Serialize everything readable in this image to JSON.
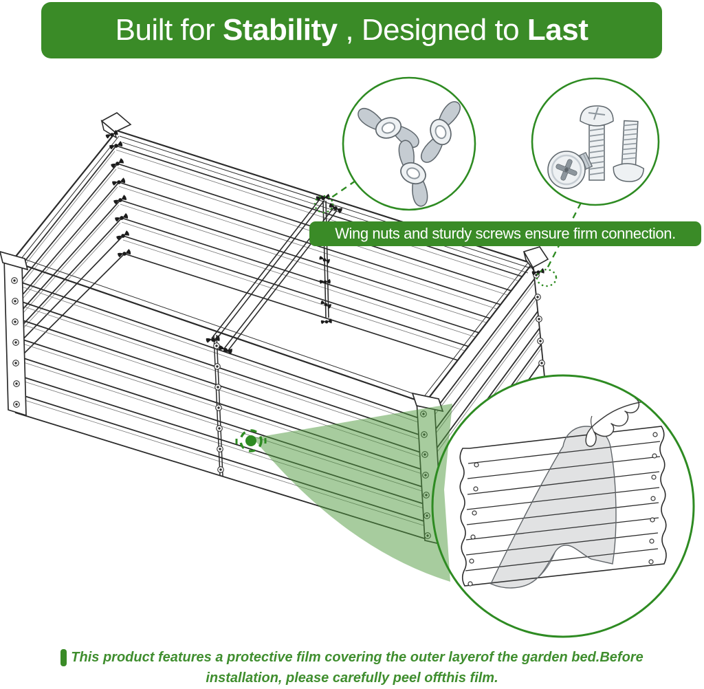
{
  "banner": {
    "text_regular_1": "Built for ",
    "text_bold_1": "Stability",
    "text_regular_2": " , Designed to ",
    "text_bold_2": "Last"
  },
  "callout": {
    "label": "Wing nuts and sturdy screws ensure firm connection."
  },
  "note": {
    "line1": "This product features a protective film covering the outer layerof the garden bed.Before",
    "line2": "installation, please carefully peel offthis film."
  },
  "icons": {
    "wing_nuts": "wing-nuts-icon",
    "screws": "screws-icon",
    "peel_film": "peel-film-icon",
    "target": "target-marker-icon"
  },
  "colors": {
    "green": "#3a8b27",
    "outline_green": "#2e8b22",
    "text_green": "#3f8e2e",
    "beam_green": "#4f9a3e",
    "line": "#2b2b2b",
    "line_soft": "#777777",
    "metal_light": "#eef1f3",
    "metal_mid": "#c5ccd2",
    "metal_dark": "#8d969d",
    "metal_edge": "#5f676d"
  }
}
